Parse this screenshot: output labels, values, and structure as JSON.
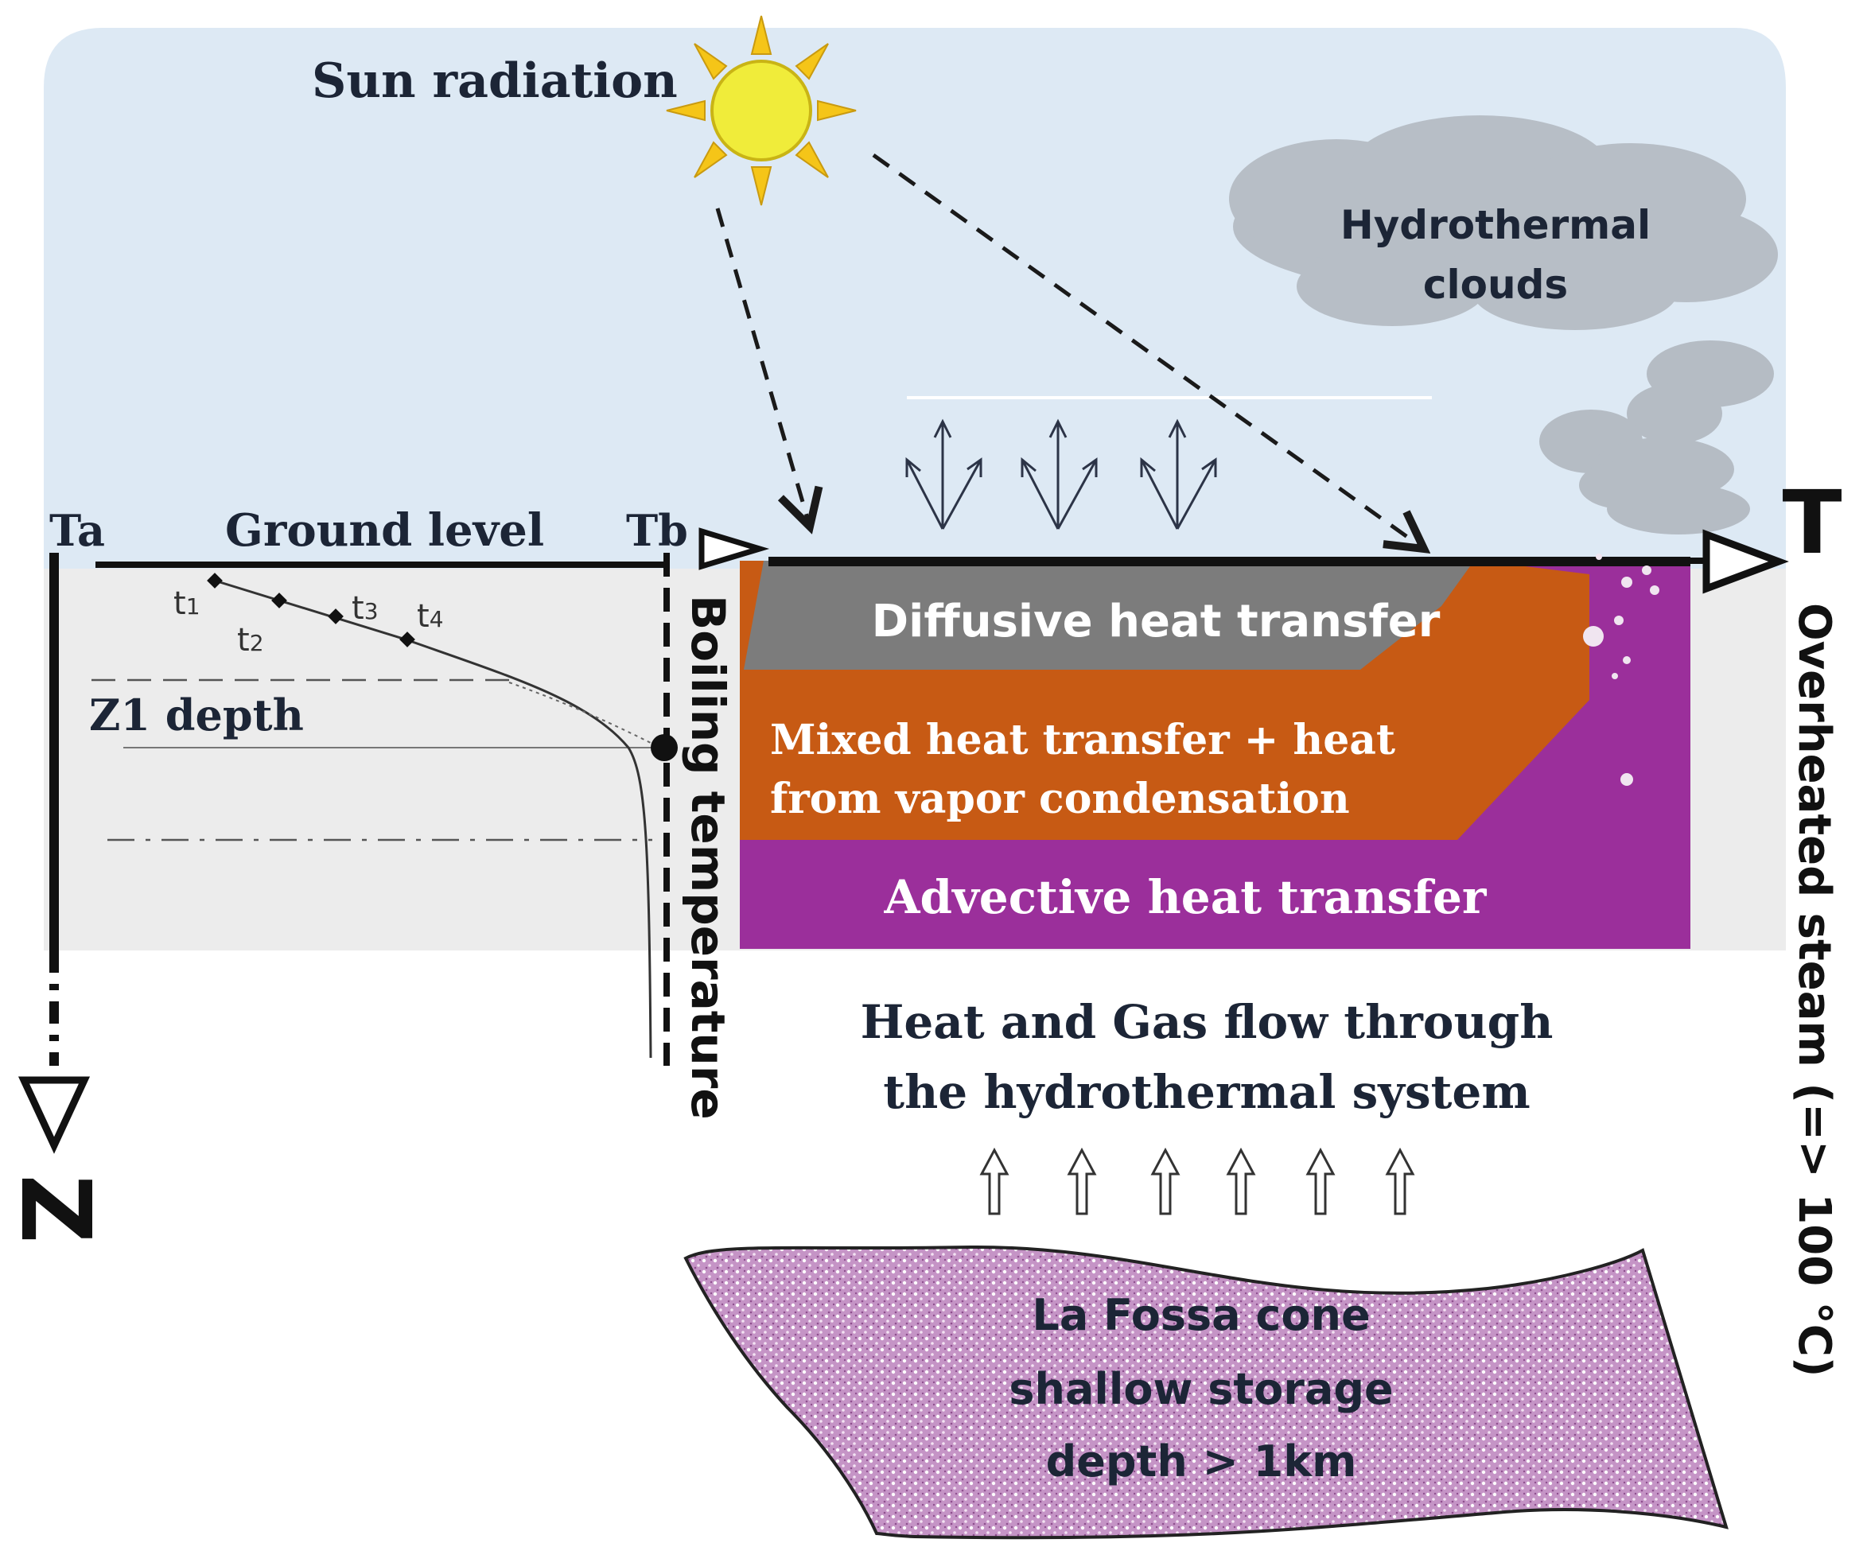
{
  "sky": {
    "sun_label": "Sun radiation",
    "clouds_label_line1": "Hydrothermal",
    "clouds_label_line2": "clouds"
  },
  "profile": {
    "ta_label": "Ta",
    "ground_label": "Ground level",
    "tb_label": "Tb",
    "z1_label": "Z1 depth",
    "t1": "t",
    "t1_sub": "1",
    "t2": "t",
    "t2_sub": "2",
    "t3": "t",
    "t3_sub": "3",
    "t4": "t",
    "t4_sub": "4",
    "boiling_label": "Boiling temperature",
    "z_axis_label": "Z"
  },
  "layers": {
    "diffusive_label": "Diffusive heat transfer",
    "mixed_line1": "Mixed heat transfer  + heat",
    "mixed_line2": "from vapor condensation",
    "advective_label": "Advective heat transfer"
  },
  "flow": {
    "line1": "Heat and Gas flow through",
    "line2": "the hydrothermal system"
  },
  "storage": {
    "line1": "La Fossa cone",
    "line2": "shallow storage",
    "line3": "depth > 1km"
  },
  "t_axis": {
    "label": "T",
    "overheated_label": "Overheated steam (=> 100 °C)"
  },
  "colors": {
    "sky": "#dde9f4",
    "ground": "#ececec",
    "diffusive": "#7c7c7c",
    "mixed": "#c75a14",
    "advective": "#9b2f9b",
    "sun": "#f0ec3a",
    "sun_rays": "#f5c518",
    "cloud": "#b7bec6",
    "storage": "#c89bc8"
  }
}
